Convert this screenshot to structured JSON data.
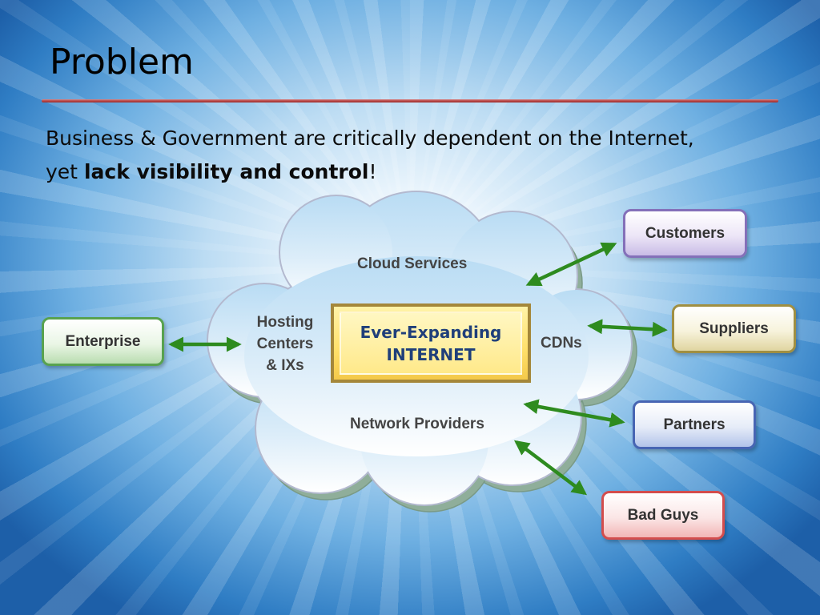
{
  "slide": {
    "title": "Problem",
    "subtitle_part1": "Business & Government are critically dependent on the Internet,",
    "subtitle_part2": "yet ",
    "subtitle_bold": "lack visibility and control",
    "subtitle_end": "!"
  },
  "cloud": {
    "cloud_services": "Cloud Services",
    "hosting_line1": "Hosting",
    "hosting_line2": "Centers",
    "hosting_line3": "& IXs",
    "cdns": "CDNs",
    "network_providers": "Network Providers",
    "internet_line1": "Ever-Expanding",
    "internet_line2": "INTERNET"
  },
  "nodes": {
    "enterprise": "Enterprise",
    "customers": "Customers",
    "suppliers": "Suppliers",
    "partners": "Partners",
    "bad_guys": "Bad Guys"
  },
  "colors": {
    "arrow": "#2e8b1f",
    "rule": "#b84545",
    "internet_text": "#1f3f7a"
  }
}
